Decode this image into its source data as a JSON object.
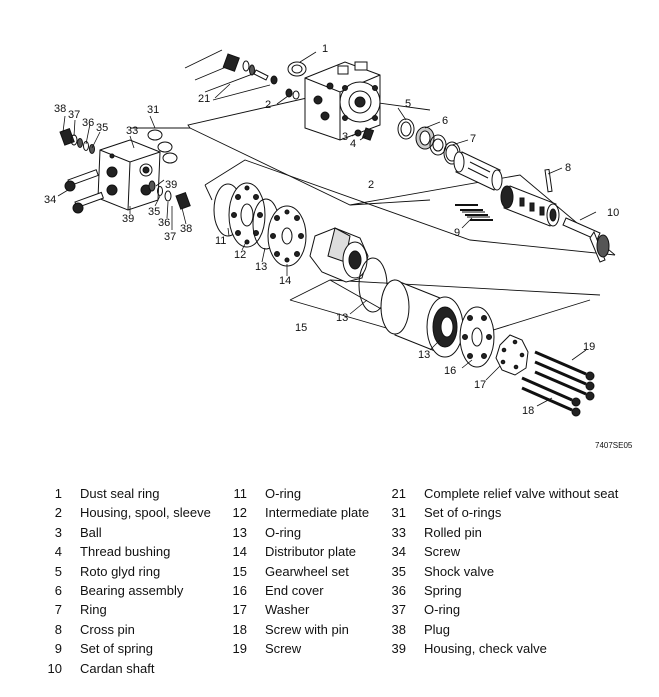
{
  "figure_code": "7407SE05",
  "callouts": {
    "c1": "1",
    "c2a": "2",
    "c2b": "2",
    "c3": "3",
    "c4": "4",
    "c5": "5",
    "c6": "6",
    "c7": "7",
    "c8": "8",
    "c9": "9",
    "c10": "10",
    "c11": "11",
    "c12": "12",
    "c13a": "13",
    "c13b": "13",
    "c13c": "13",
    "c14": "14",
    "c15": "15",
    "c16": "16",
    "c17": "17",
    "c18": "18",
    "c19": "19",
    "c21": "21",
    "c31": "31",
    "c33": "33",
    "c34": "34",
    "c35a": "35",
    "c35b": "35",
    "c36a": "36",
    "c36b": "36",
    "c37a": "37",
    "c37b": "37",
    "c38a": "38",
    "c38b": "38",
    "c39a": "39",
    "c39b": "39"
  },
  "legend": {
    "col1": [
      {
        "num": "1",
        "text": "Dust seal ring"
      },
      {
        "num": "2",
        "text": "Housing, spool, sleeve"
      },
      {
        "num": "3",
        "text": "Ball"
      },
      {
        "num": "4",
        "text": "Thread bushing"
      },
      {
        "num": "5",
        "text": "Roto glyd ring"
      },
      {
        "num": "6",
        "text": "Bearing assembly"
      },
      {
        "num": "7",
        "text": "Ring"
      },
      {
        "num": "8",
        "text": "Cross pin"
      },
      {
        "num": "9",
        "text": "Set of spring"
      },
      {
        "num": "10",
        "text": "Cardan shaft"
      }
    ],
    "col2": [
      {
        "num": "11",
        "text": "O-ring"
      },
      {
        "num": "12",
        "text": "Intermediate plate"
      },
      {
        "num": "13",
        "text": "O-ring"
      },
      {
        "num": "14",
        "text": "Distributor plate"
      },
      {
        "num": "15",
        "text": "Gearwheel set"
      },
      {
        "num": "16",
        "text": "End cover"
      },
      {
        "num": "17",
        "text": "Washer"
      },
      {
        "num": "18",
        "text": "Screw with pin"
      },
      {
        "num": "19",
        "text": "Screw"
      }
    ],
    "col3": [
      {
        "num": "21",
        "text": "Complete relief valve without seat"
      },
      {
        "num": "31",
        "text": "Set of o-rings"
      },
      {
        "num": "33",
        "text": "Rolled pin"
      },
      {
        "num": "34",
        "text": "Screw"
      },
      {
        "num": "35",
        "text": "Shock valve"
      },
      {
        "num": "36",
        "text": "Spring"
      },
      {
        "num": "37",
        "text": "O-ring"
      },
      {
        "num": "38",
        "text": "Plug"
      },
      {
        "num": "39",
        "text": "Housing, check valve"
      }
    ]
  }
}
